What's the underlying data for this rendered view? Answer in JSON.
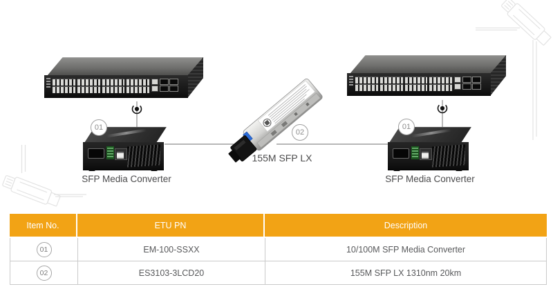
{
  "palette": {
    "header_orange": "#F2A315",
    "header_text": "#ffffff",
    "cell_text": "#57585a",
    "table_border": "#c9c9c9",
    "diagram_text": "#4a4a4b",
    "marker_gray": "#9d9d9d",
    "line_gray": "#8c8c8c",
    "faded_art_gray": "#e3e3e3"
  },
  "diagram": {
    "left_device": {
      "marker": "01",
      "label": "SFP Media Converter"
    },
    "right_device": {
      "marker": "01",
      "label": "SFP Media Converter"
    },
    "center_module": {
      "marker": "02",
      "label": "155M SFP LX"
    }
  },
  "table": {
    "columns": [
      {
        "key": "item_no",
        "label": "Item No."
      },
      {
        "key": "etu_pn",
        "label": "ETU PN"
      },
      {
        "key": "description",
        "label": "Description"
      }
    ],
    "rows": [
      {
        "item_no": "01",
        "etu_pn": "EM-100-SSXX",
        "description": "10/100M SFP Media Converter"
      },
      {
        "item_no": "02",
        "etu_pn": "ES3103-3LCD20",
        "description": "155M SFP LX 1310nm 20km"
      }
    ]
  }
}
